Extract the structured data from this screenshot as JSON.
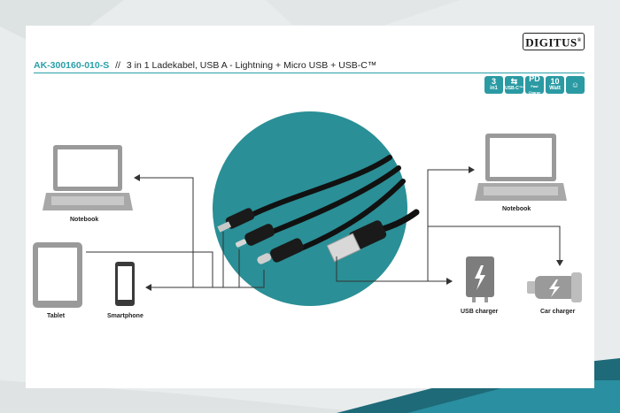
{
  "brand": {
    "logo_text": "DIGITUS",
    "registered_mark": "®"
  },
  "header": {
    "product_code": "AK-300160-010-S",
    "separator": "//",
    "description": "3 in 1 Ladekabel, USB A - Lightning + Micro USB + USB-C™"
  },
  "badges": [
    {
      "icon": "3-in-1-icon",
      "line1": "3",
      "line2": "in1"
    },
    {
      "icon": "usb-icon",
      "line1": "⇆",
      "line2": "USB-C™"
    },
    {
      "icon": "pd-icon",
      "line1": "PD",
      "line2": "Fast Charge"
    },
    {
      "icon": "watt-icon",
      "line1": "10",
      "line2": "Watt"
    },
    {
      "icon": "support-icon",
      "line1": "☺",
      "line2": ""
    }
  ],
  "devices": {
    "notebook_left": "Notebook",
    "tablet": "Tablet",
    "smartphone": "Smartphone",
    "notebook_right": "Notebook",
    "usb_charger": "USB charger",
    "car_charger": "Car charger"
  },
  "colors": {
    "accent": "#29a0a8",
    "circle": "#2a8f96",
    "device_gray": "#9a9a9a",
    "line": "#333333"
  }
}
